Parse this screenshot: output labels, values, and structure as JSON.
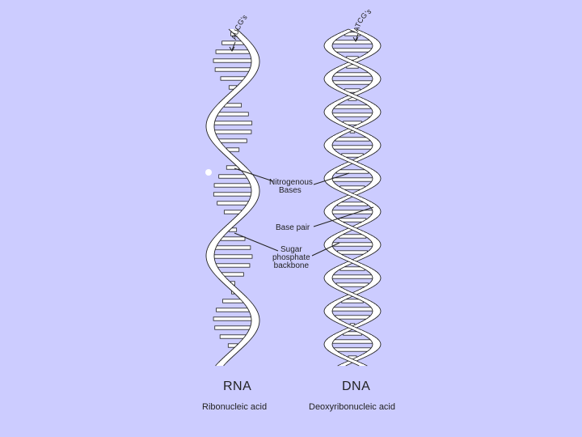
{
  "slide": {
    "background": "#ccccff",
    "bullet_icon": "bullet-dot"
  },
  "rna": {
    "title": "RNA",
    "subtitle": "Ribonucleic acid",
    "base_tag": "AUCG's"
  },
  "dna": {
    "title": "DNA",
    "subtitle": "Deoxyribonucleic acid",
    "base_tag": "ATCG's"
  },
  "labels": {
    "nitrogenous_line1": "Nitrogenous",
    "nitrogenous_line2": "Bases",
    "base_pair": "Base pair",
    "sugar_line1": "Sugar",
    "sugar_line2": "phosphate",
    "sugar_line3": "backbone"
  }
}
